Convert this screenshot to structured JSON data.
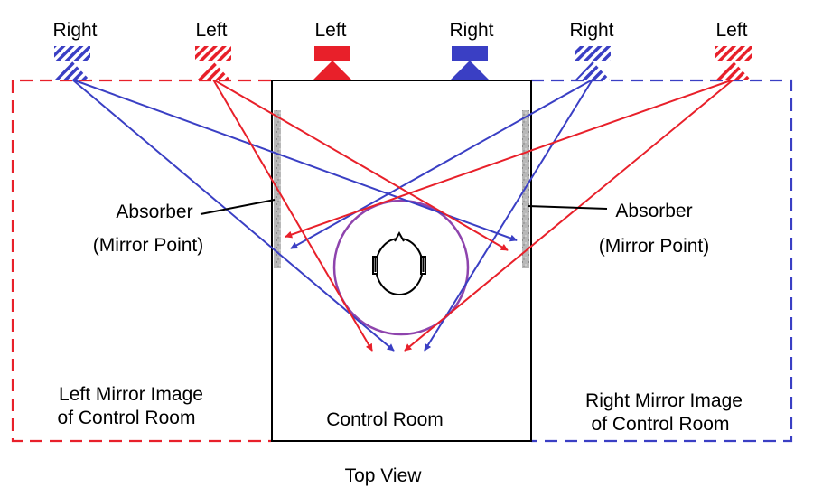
{
  "colors": {
    "left": "#e8202a",
    "right": "#3a3fc4",
    "listener_circle": "#8e44ad",
    "absorber": "#b0b0b0",
    "outline": "#000000"
  },
  "speakers": {
    "far_left": "Right",
    "mid_left": "Left",
    "real_left": "Left",
    "real_right": "Right",
    "mid_right": "Right",
    "far_right": "Left"
  },
  "labels": {
    "absorber_left": "Absorber",
    "mirror_point_left": "(Mirror Point)",
    "absorber_right": "Absorber",
    "mirror_point_right": "(Mirror Point)",
    "left_mirror_line1": "Left Mirror Image",
    "left_mirror_line2": "of Control Room",
    "right_mirror_line1": "Right Mirror Image",
    "right_mirror_line2": "of Control Room",
    "control_room": "Control Room",
    "caption": "Top View"
  },
  "icons": {
    "listener": "listener-head-icon",
    "virtual_speaker": "hatched-speaker-icon",
    "real_speaker": "solid-speaker-icon"
  }
}
